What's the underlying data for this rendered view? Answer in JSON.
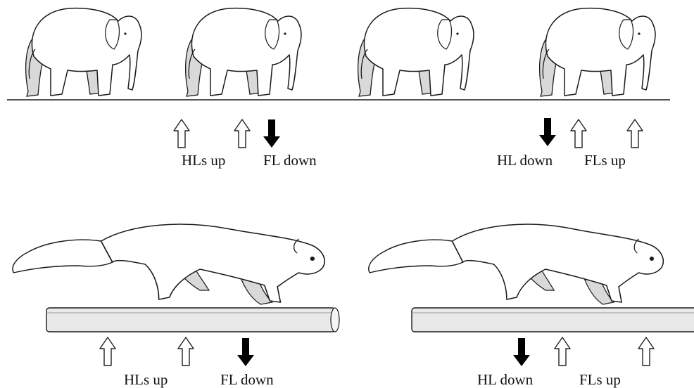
{
  "panels": [
    {
      "animal": "elephant",
      "labels": [
        "HLs up",
        "FL down",
        "HL down",
        "FLs up"
      ],
      "arrows": [
        "up",
        "up",
        "down",
        "down",
        "up",
        "up"
      ]
    },
    {
      "animal": "primate",
      "labels": [
        "HLs up",
        "FL down",
        "HL down",
        "FLs up"
      ],
      "arrows": [
        "up",
        "up",
        "down",
        "down",
        "up",
        "up"
      ]
    }
  ],
  "colors": {
    "outline": "#1a1a1a",
    "limb_fill": "#d9d9d9",
    "down_arrow": "#000000",
    "up_arrow": "#ffffff"
  }
}
